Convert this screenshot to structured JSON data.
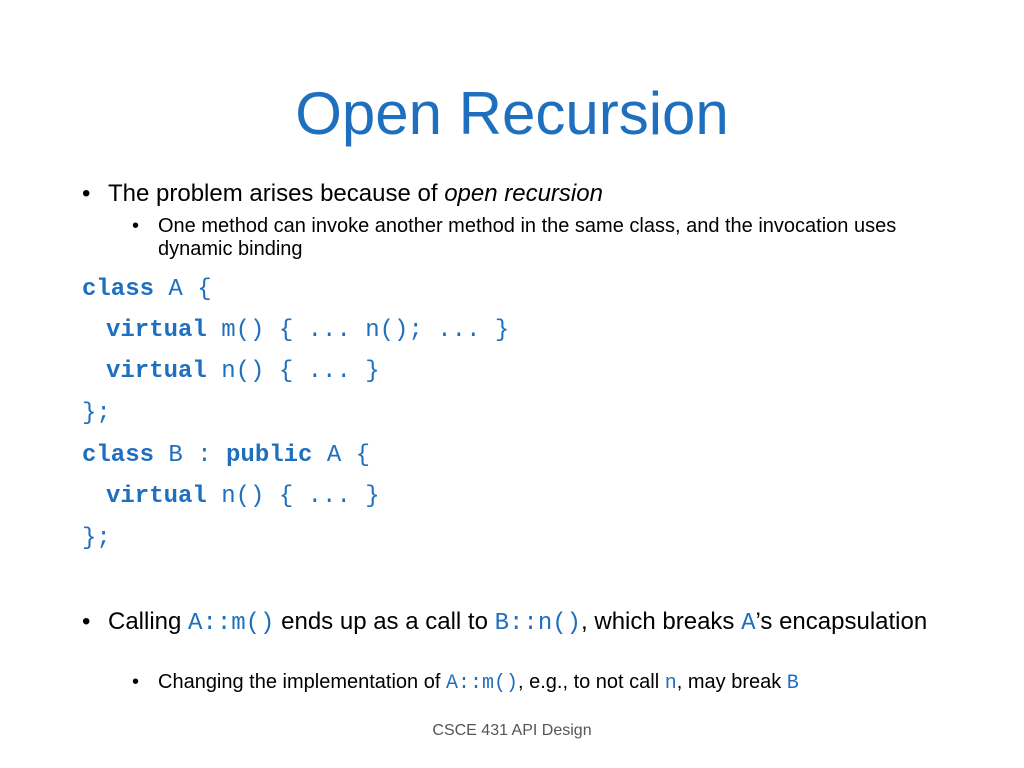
{
  "slide": {
    "title": "Open Recursion",
    "bullet1": {
      "text_a": "The problem arises because of ",
      "text_em": "open recursion",
      "sub": "One method can invoke another method in the same class, and the invocation uses dynamic binding"
    },
    "code": {
      "l1_kw": "class",
      "l1_rest": " A {",
      "l2_kw": "virtual",
      "l2_rest": " m() { ... n(); ... }",
      "l3_kw": "virtual",
      "l3_rest": " n() { ... }",
      "l4": "};",
      "l5_kw1": "class",
      "l5_mid": " B : ",
      "l5_kw2": "public",
      "l5_rest": " A {",
      "l6_kw": "virtual",
      "l6_rest": " n() { ... }",
      "l7": "};"
    },
    "bullet2": {
      "t1": "Calling ",
      "c1": "A::m()",
      "t2": " ends up as a call to ",
      "c2": "B::n()",
      "t3": ", which breaks ",
      "c3": "A",
      "t4": "’s encapsulation",
      "sub": {
        "t1": "Changing the implementation of ",
        "c1": "A::m()",
        "t2": ", e.g., to not call ",
        "c2": "n",
        "t3": ", may break ",
        "c3": "B"
      }
    },
    "footer": "CSCE 431 API Design",
    "bullet_symbol": "•",
    "colors": {
      "accent": "#1f6fbf",
      "text": "#000000",
      "footer": "#555555"
    }
  }
}
